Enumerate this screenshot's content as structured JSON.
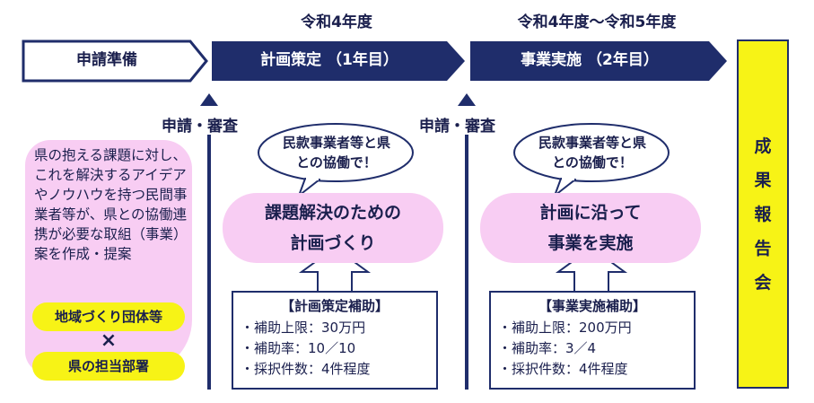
{
  "timeline": {
    "year1": "令和4年度",
    "year2": "令和4年度～令和5年度"
  },
  "stages": {
    "prep": "申請準備",
    "plan": "計画策定 （1年目）",
    "execute": "事業実施 （2年目）"
  },
  "review_label": "申請・審査",
  "left": {
    "description": "県の抱える課題に対し、これを解決するアイデアやノウハウを持つ民間事業者等が、県との協働連携が必要な取組（事業）案を作成・提案",
    "party1": "地域づくり団体等",
    "cross": "×",
    "party2": "県の担当部署"
  },
  "plan_phase": {
    "speech_line1": "民款事業者等と県",
    "speech_line2": "との協働で！",
    "goal_line1": "課題解決のための",
    "goal_line2": "計画づくり",
    "subsidy_title": "【計画策定補助】",
    "items": [
      "・補助上限：30万円",
      "・補助率：10／10",
      "・採択件数：4件程度"
    ]
  },
  "exec_phase": {
    "speech_line1": "民款事業者等と県",
    "speech_line2": "との協働で！",
    "goal_line1": "計画に沿って",
    "goal_line2": "事業を実施",
    "subsidy_title": "【事業実施補助】",
    "items": [
      "・補助上限：200万円",
      "・補助率：3／4",
      "・採択件数：4件程度"
    ]
  },
  "report": [
    "成",
    "果",
    "報",
    "告",
    "会"
  ],
  "colors": {
    "navy": "#1f2d6b",
    "pink": "#f8cdf3",
    "yellow": "#f7f316"
  }
}
